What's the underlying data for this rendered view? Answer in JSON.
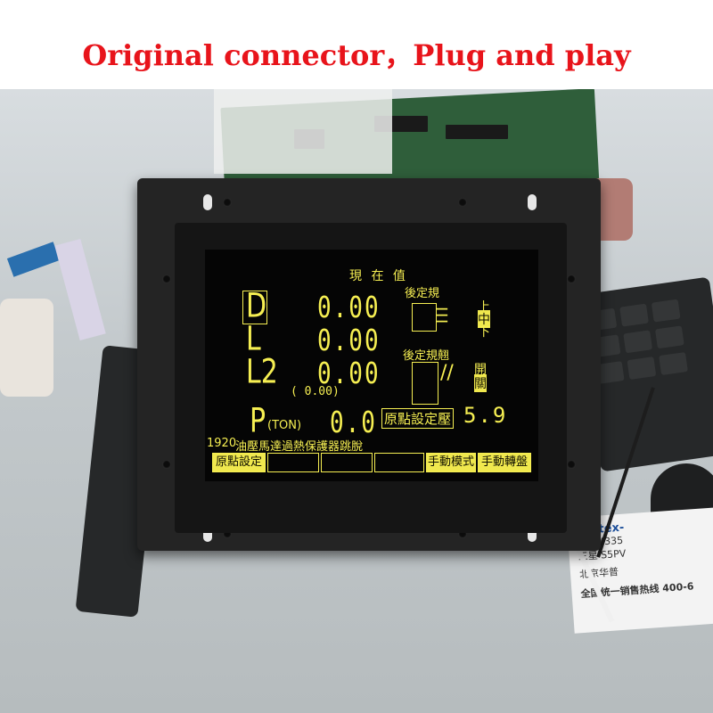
{
  "headline": {
    "text": "Original connector，Plug and play",
    "color": "#e8141b"
  },
  "lcd": {
    "color": "#f6ef52",
    "header": "現 在 值",
    "rows": [
      {
        "label": "D",
        "value": "0.00"
      },
      {
        "label": "L",
        "value": "0.00"
      },
      {
        "label": "L2",
        "value": "0.00"
      }
    ],
    "sub_value": "(    0.00)",
    "p_label": "P",
    "p_unit": "(TON)",
    "p_value": "0.0",
    "setting_top": "後定規",
    "setting_bottom": "後定規翹",
    "side_top": "上",
    "side_mid": "中",
    "side_bot": "下",
    "side_open": "開",
    "side_close": "關",
    "pressure_label": "原點設定壓",
    "pressure_value": "5.9",
    "alarm_code": "1920",
    "alarm_text": "油壓馬達過熱保護器跳脫",
    "softkeys": [
      "原點設定",
      "",
      "",
      "",
      "手動模式",
      "手動轉盤"
    ]
  },
  "photo_text": {
    "sticker_line1": "Cortex-",
    "sticker_line2": "TI AM335",
    "sticker_line3": "三星 S5PV",
    "sticker_line4": "北京华普",
    "sticker_line5": "全国统一销售热线",
    "sticker_line6": "400-6"
  }
}
